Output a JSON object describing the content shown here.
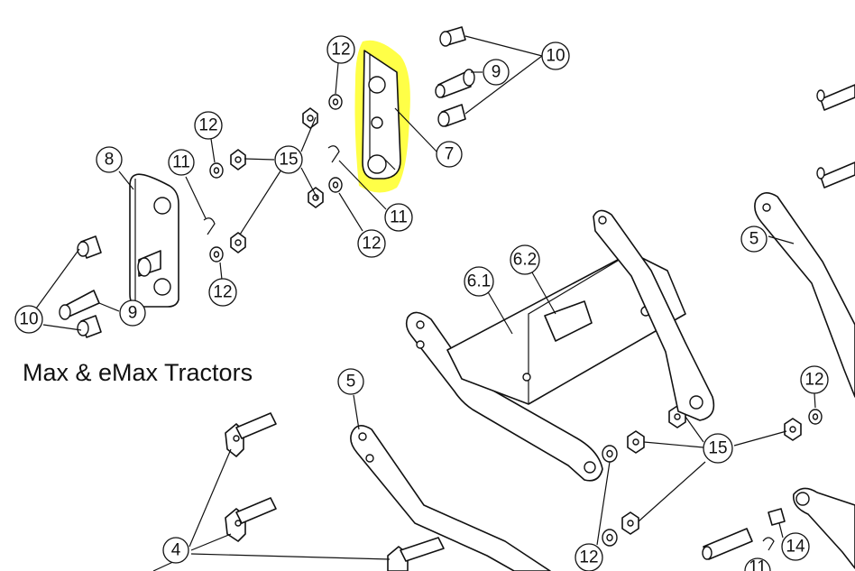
{
  "caption": "Max & eMax Tractors",
  "highlight_color": "#ffff33",
  "callouts": [
    {
      "label": "12"
    },
    {
      "label": "10"
    },
    {
      "label": "9"
    },
    {
      "label": "7"
    },
    {
      "label": "12"
    },
    {
      "label": "15"
    },
    {
      "label": "11"
    },
    {
      "label": "12"
    },
    {
      "label": "8"
    },
    {
      "label": "11"
    },
    {
      "label": "12"
    },
    {
      "label": "10"
    },
    {
      "label": "9"
    },
    {
      "label": "6.2"
    },
    {
      "label": "6.1"
    },
    {
      "label": "5"
    },
    {
      "label": "5"
    },
    {
      "label": "12"
    },
    {
      "label": "15"
    },
    {
      "label": "4"
    },
    {
      "label": "12"
    },
    {
      "label": "14"
    },
    {
      "label": "11"
    }
  ]
}
